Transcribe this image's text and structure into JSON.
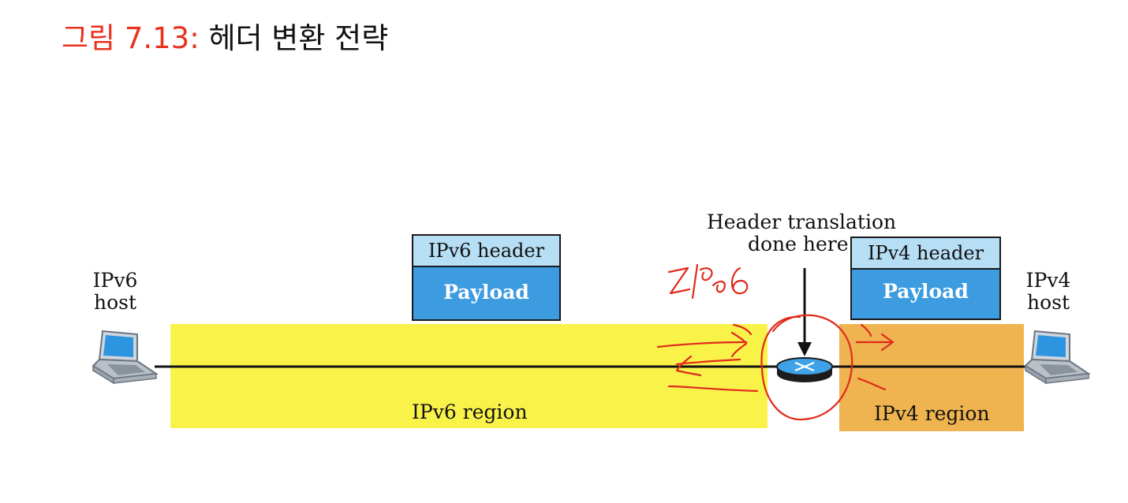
{
  "title": {
    "figure": "그림 7.13:",
    "text": "헤더 변환 전략"
  },
  "left_host": {
    "line1": "IPv6",
    "line2": "host"
  },
  "right_host": {
    "line1": "IPv4",
    "line2": "host"
  },
  "ipv6_packet": {
    "header": "IPv6 header",
    "payload": "Payload"
  },
  "ipv4_packet": {
    "header": "IPv4 header",
    "payload": "Payload"
  },
  "translation_label": {
    "line1": "Header translation",
    "line2": "done here"
  },
  "ipv6_region": {
    "label": "IPv6 region"
  },
  "ipv4_region": {
    "label": "IPv4 region"
  },
  "handwritten_note": "4→6",
  "colors": {
    "title_figure": "#e8321e",
    "ipv6_region": "#f9f249",
    "ipv4_region": "#efb450",
    "header_fill": "#b6def5",
    "payload_fill": "#3d9be0",
    "router": "#3fa2e8",
    "annotation_ink": "#e02a1c"
  }
}
